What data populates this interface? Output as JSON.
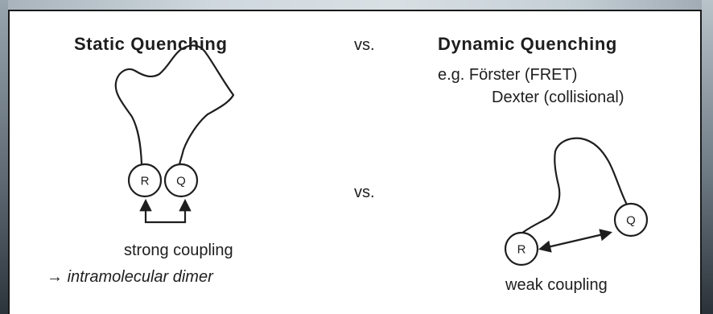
{
  "left": {
    "title": "Static Quenching",
    "circle_r": "R",
    "circle_q": "Q",
    "caption": "strong coupling",
    "caption2_arrow": "→",
    "caption2_text": "intramolecular dimer"
  },
  "vs1": "vs.",
  "vs2": "vs.",
  "right": {
    "title": "Dynamic Quenching",
    "example1": "e.g. Förster (FRET)",
    "example2": "Dexter (collisional)",
    "circle_r": "R",
    "circle_q": "Q",
    "caption": "weak coupling"
  },
  "colors": {
    "ink": "#1e1e1e",
    "panel": "#ffffff",
    "frame": "#232a31"
  }
}
